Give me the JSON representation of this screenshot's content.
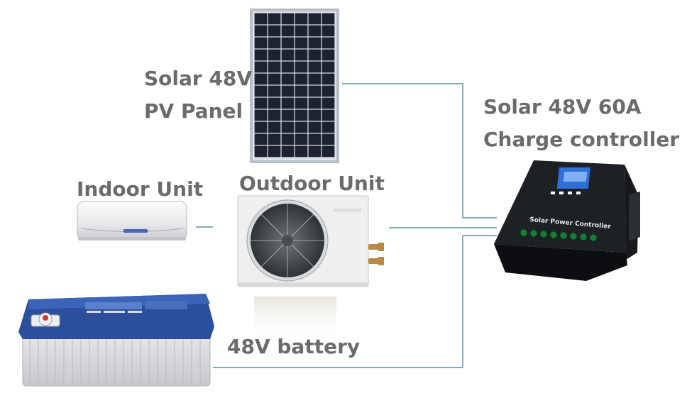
{
  "labels": {
    "solar_panel_line1": "Solar 48V",
    "solar_panel_line2": "PV Panel",
    "controller_line1": "Solar 48V 60A",
    "controller_line2": "Charge controller",
    "indoor_unit": "Indoor Unit",
    "outdoor_unit": "Outdoor Unit",
    "battery": "48V battery"
  },
  "device_text": {
    "controller_brand": "Solar Power Controller"
  },
  "colors": {
    "label_text": "#6b6b6b",
    "wire": "#5a8fa0",
    "panel_cell": "#1c2230",
    "panel_frame": "#b9bec4",
    "battery_lid": "#2c4f9c",
    "battery_body": "#d9dadc",
    "controller_body": "#121417",
    "controller_screen": "#2f6fd8"
  },
  "icons": [
    "solar-panel",
    "indoor-ac-unit",
    "outdoor-ac-unit",
    "charge-controller",
    "battery",
    "connection-wire"
  ]
}
